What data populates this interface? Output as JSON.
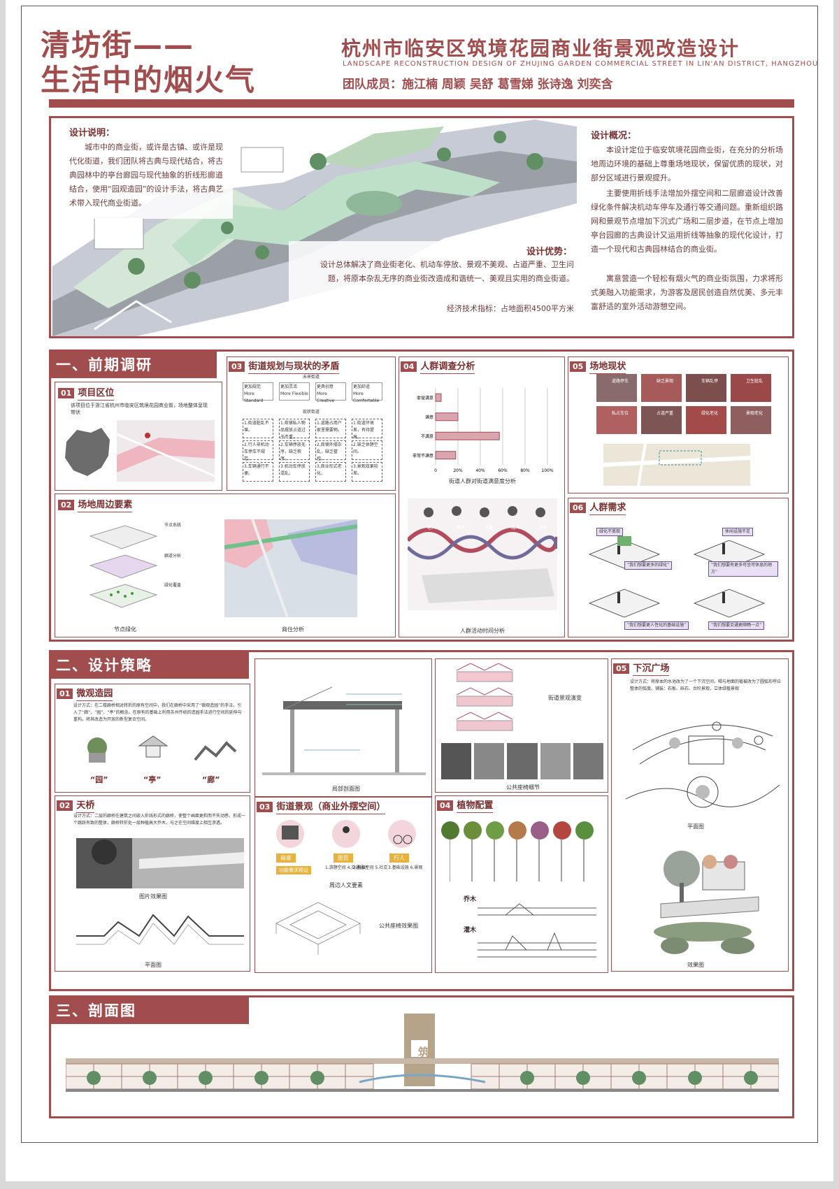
{
  "header": {
    "title_line1": "清坊街——",
    "title_line2": "生活中的烟火气",
    "main_title": "杭州市临安区筑境花园商业街景观改造设计",
    "english_title": "LANDSCAPE RECONSTRUCTION DESIGN OF ZHUJING GARDEN COMMERCIAL STREET IN LIN'AN DISTRICT, HANGZHOU",
    "team": "团队成员：施江楠 周颖 吴舒 葛雪娣 张诗逸 刘奕含"
  },
  "intro": {
    "design_desc_title": "设计说明：",
    "design_desc": "城市中的商业街，或许是古镇、或许是现代化街道，我们团队将古典与现代结合，将古典园林中的亭台廊园与现代抽象的折线形廊道结合，使用“园观造园”的设计手法，将古典艺术带入现代商业街道。",
    "advantage_title": "设计优势：",
    "advantage": "设计总体解决了商业街老化、机动车停放、景观不美观、占道严重、卫生问题，将原本杂乱无序的商业街改造成和谐统一、美观且实用的商业街道。",
    "indicator": "经济技术指标：占地面积4500平方米",
    "overview_title": "设计概况：",
    "overview_p1": "本设计定位于临安筑境花园商业街，在充分的分析场地周边环境的基础上尊重场地现状，保留优质的现状，对部分区域进行景观提升。",
    "overview_p2": "主要使用折线手法增加外摆空间和二层廊道设计改善绿化条件解决机动车停车及通行等交通问题。重新组织路网和景观节点增加下沉式广场和二层步道，在节点上增加亭台园廊的古典设计又运用折线等抽象的现代化设计，打造一个现代和古典园林结合的商业街。",
    "overview_p3": "寓意营造一个轻松有烟火气的商业街氛围，力求将形式美融入功能需求，为游客及居民创造自然优美、多元丰富舒适的室外活动游憩空间。"
  },
  "section1": {
    "title": "一、前期调研",
    "s01": {
      "num": "01",
      "title": "项目区位",
      "text": "该项目位于浙江省杭州市临安区筑境花园商业街，场地整体呈现带状"
    },
    "s02": {
      "num": "02",
      "title": "场地周边要素",
      "cap1": "节点绿化",
      "cap2": "商住分析",
      "legend": [
        "节点系统",
        "廊道分析",
        "绿化覆盖"
      ]
    },
    "s03": {
      "num": "03",
      "title": "街道规划与现状的矛盾",
      "future": "未来街道",
      "current": "现状街道",
      "goals": [
        "更加规范 More Standard",
        "更加灵活 More Flexible",
        "更具创意 More Creative",
        "更加舒适 More Comfortable"
      ],
      "issues": [
        "1.街道脏乱不堪。",
        "1.商铺私人物品摆放占道过于严重。",
        "1.道路占用户家里需要物。",
        "1.街道环境差，有待提高。",
        "2.行人非机动车停车不规范。",
        "2.车辆停放无序，缺乏秩序。",
        "2.商铺外摆杂乱，缺乏管控。",
        "2.缺乏休憩空间。",
        "3.车辆通行不便。",
        "3.机动车停放混乱。",
        "3.商业形式老化。",
        "3.景观效果较差。"
      ]
    },
    "s04": {
      "num": "04",
      "title": "人群调查分析",
      "chart_caption": "街道人群对街道满意度分析",
      "activity_caption": "人群活动时间分析",
      "labels": [
        "老人",
        "青年",
        "儿童",
        "成人",
        "学生"
      ]
    },
    "s05": {
      "num": "05",
      "title": "场地现状",
      "issues": [
        "道路停车",
        "缺乏景观",
        "车辆乱停",
        "卫生脏乱",
        "私占车位",
        "占道严重",
        "绿化老化",
        "景观老化"
      ]
    },
    "s06": {
      "num": "06",
      "title": "人群需求",
      "bubbles": [
        "绿化不美观",
        "休闲设施不足",
        "“我们想要更多的绿化”",
        "“我们想要有更多可坐可休息的地方”",
        "“我们想要更人性化的基础设施”",
        "“我们想要交通更顺畅一点”"
      ]
    }
  },
  "chart_data": {
    "type": "bar",
    "categories": [
      "非常满意",
      "满意",
      "不满意",
      "非常不满意"
    ],
    "values": [
      5,
      20,
      57,
      18
    ],
    "xlabel": "",
    "ylabel": "",
    "ticks": [
      "0",
      "20%",
      "40%",
      "60%",
      "80%",
      "100%"
    ],
    "xlim": [
      0,
      100
    ]
  },
  "section2": {
    "title": "二、设计策略",
    "s01": {
      "num": "01",
      "title": "微观造园",
      "text": "设计方式：在二楼廊桥相对转折的原有空间中，我们在廊桥中采用了“微观造园”的手法，引入了“廊”、“园”、“亭”的概念。在原有的基础上利用苏州传统的造园手法进行空间的延伸与重构，将其改造为开放的新型复合空间。",
      "labels": [
        "“园”",
        "“亭”",
        "“廊”"
      ]
    },
    "s02": {
      "num": "02",
      "title": "天桥",
      "text": "设计方式：二层的廊桥在建筑之间嵌入折线形式的廊桥，使整个画面更和而不失动感，形成一个跳跃有致的整体，廊桥转折处一层种植高大乔木，与之在空间维度上相互渗透。",
      "cap1": "图片效果图",
      "cap2": "平面图"
    },
    "s03": {
      "num": "03",
      "title": "街道景观（商业外摆空间）",
      "roles": [
        "商家",
        "居民",
        "行人"
      ],
      "func_tag": "功能需求预设",
      "needs": [
        "1.游憩空间 4.交通通达",
        "2.商业空间 5.社交",
        "3.基础设施 6.景观"
      ],
      "cap1": "周边人文要素",
      "cap2": "公共座椅效果图",
      "section_cap": "局部剖面图"
    },
    "s_street": {
      "cap": "街道景观演变",
      "cap2": "公共座椅细节"
    },
    "s04": {
      "num": "04",
      "title": "植物配置",
      "tree_label": "乔木",
      "shrub_label": "灌木"
    },
    "s05": {
      "num": "05",
      "title": "下沉广场",
      "text": "设计方式：将原本的水池改为了一个下沉空间，喝与地面的植被改为了圆弧形呼应整体的弧度。铺装：石板、砾石、台阶景观，立体绿植景观",
      "cap1": "平面图",
      "cap2": "效果图"
    }
  },
  "section3": {
    "title": "三、剖面图",
    "logo_char": "筑"
  }
}
